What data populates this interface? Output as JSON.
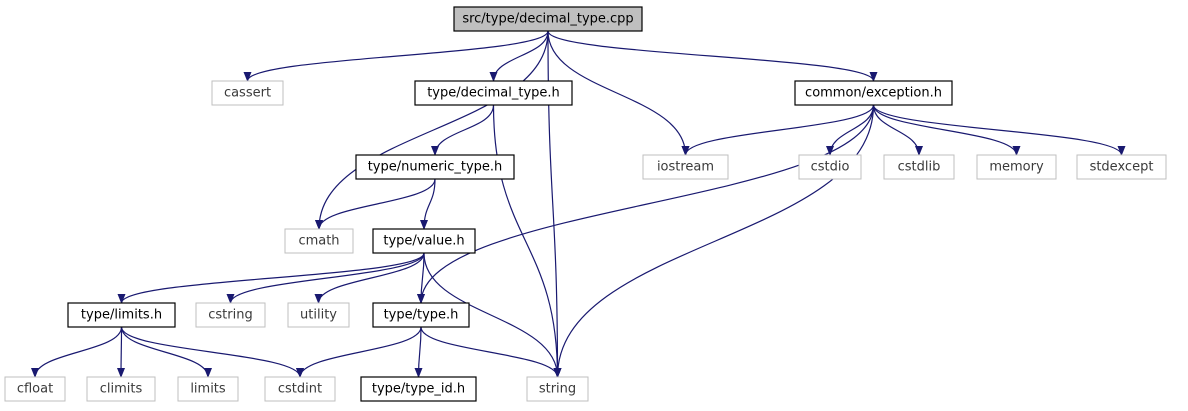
{
  "colors": {
    "edge": "#191970",
    "root_fill": "#bfbfbf",
    "system_border": "#bfbfbf",
    "node_border": "#000000"
  },
  "nodes": [
    {
      "id": "root",
      "label": "src/type/decimal_type.cpp",
      "kind": "root"
    },
    {
      "id": "cassert",
      "label": "cassert",
      "kind": "system"
    },
    {
      "id": "decimal_type_h",
      "label": "type/decimal_type.h",
      "kind": "header"
    },
    {
      "id": "exception_h",
      "label": "common/exception.h",
      "kind": "header"
    },
    {
      "id": "numeric_type_h",
      "label": "type/numeric_type.h",
      "kind": "header"
    },
    {
      "id": "iostream",
      "label": "iostream",
      "kind": "system"
    },
    {
      "id": "cstdio",
      "label": "cstdio",
      "kind": "system"
    },
    {
      "id": "cstdlib",
      "label": "cstdlib",
      "kind": "system"
    },
    {
      "id": "memory",
      "label": "memory",
      "kind": "system"
    },
    {
      "id": "stdexcept",
      "label": "stdexcept",
      "kind": "system"
    },
    {
      "id": "cmath",
      "label": "cmath",
      "kind": "system"
    },
    {
      "id": "value_h",
      "label": "type/value.h",
      "kind": "header"
    },
    {
      "id": "limits_h",
      "label": "type/limits.h",
      "kind": "header"
    },
    {
      "id": "cstring",
      "label": "cstring",
      "kind": "system"
    },
    {
      "id": "utility",
      "label": "utility",
      "kind": "system"
    },
    {
      "id": "type_h",
      "label": "type/type.h",
      "kind": "header"
    },
    {
      "id": "cfloat",
      "label": "cfloat",
      "kind": "system"
    },
    {
      "id": "climits",
      "label": "climits",
      "kind": "system"
    },
    {
      "id": "limits",
      "label": "limits",
      "kind": "system"
    },
    {
      "id": "cstdint",
      "label": "cstdint",
      "kind": "system"
    },
    {
      "id": "type_id_h",
      "label": "type/type_id.h",
      "kind": "header"
    },
    {
      "id": "string",
      "label": "string",
      "kind": "system"
    }
  ],
  "edges": [
    [
      "root",
      "cassert"
    ],
    [
      "root",
      "decimal_type_h"
    ],
    [
      "root",
      "exception_h"
    ],
    [
      "root",
      "cmath"
    ],
    [
      "root",
      "string"
    ],
    [
      "root",
      "iostream"
    ],
    [
      "decimal_type_h",
      "numeric_type_h"
    ],
    [
      "decimal_type_h",
      "string"
    ],
    [
      "numeric_type_h",
      "cmath"
    ],
    [
      "numeric_type_h",
      "value_h"
    ],
    [
      "exception_h",
      "iostream"
    ],
    [
      "exception_h",
      "cstdio"
    ],
    [
      "exception_h",
      "cstdlib"
    ],
    [
      "exception_h",
      "memory"
    ],
    [
      "exception_h",
      "stdexcept"
    ],
    [
      "exception_h",
      "type_h"
    ],
    [
      "exception_h",
      "string"
    ],
    [
      "value_h",
      "limits_h"
    ],
    [
      "value_h",
      "cstring"
    ],
    [
      "value_h",
      "utility"
    ],
    [
      "value_h",
      "type_h"
    ],
    [
      "value_h",
      "string"
    ],
    [
      "limits_h",
      "cfloat"
    ],
    [
      "limits_h",
      "climits"
    ],
    [
      "limits_h",
      "limits"
    ],
    [
      "limits_h",
      "cstdint"
    ],
    [
      "type_h",
      "cstdint"
    ],
    [
      "type_h",
      "type_id_h"
    ],
    [
      "type_h",
      "string"
    ]
  ]
}
